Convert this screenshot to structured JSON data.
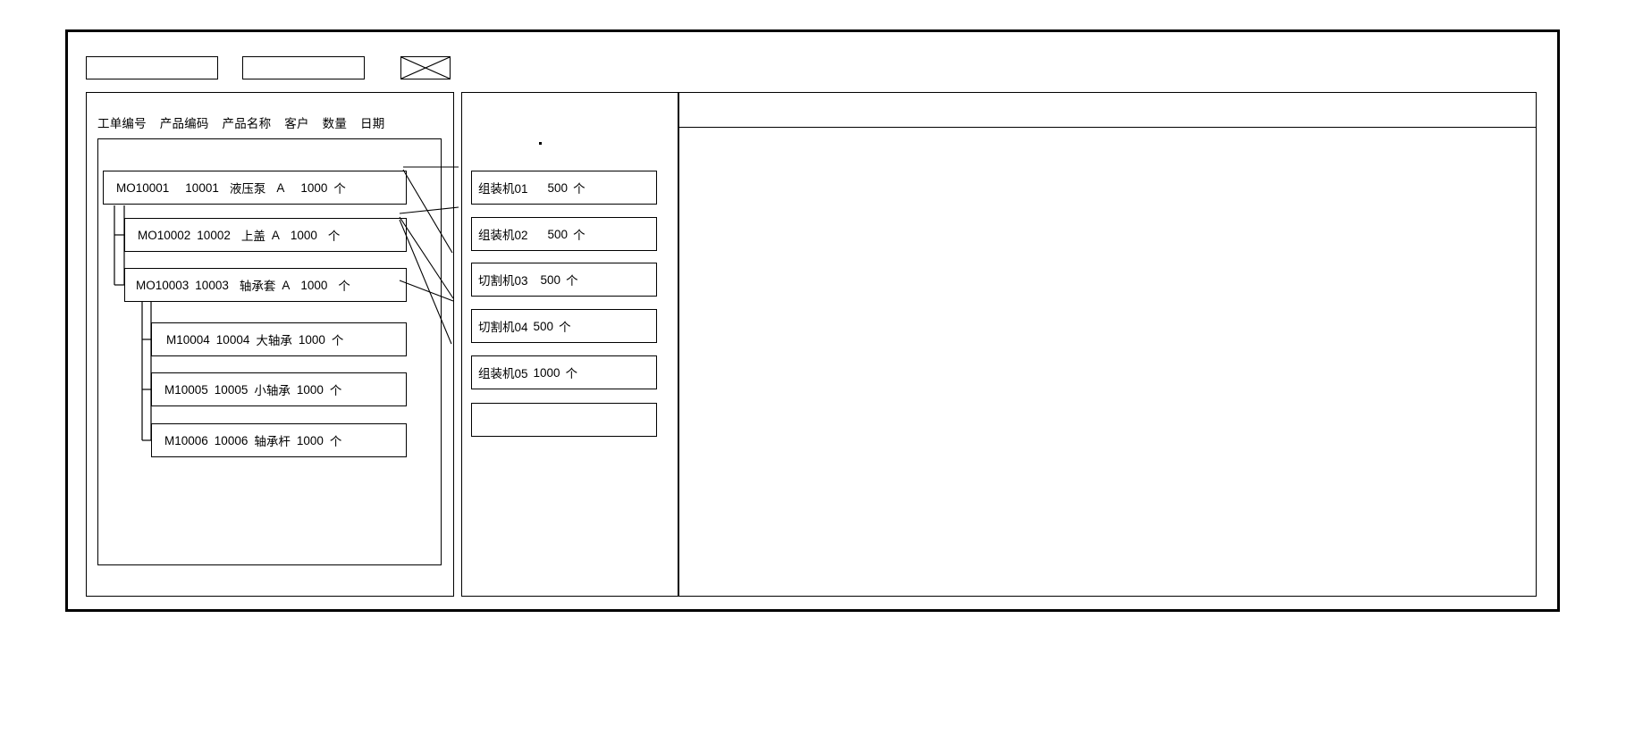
{
  "window": {
    "title": ""
  },
  "toolbar": {
    "field_one_value": "",
    "field_two_value": "",
    "image_placeholder_name": "broken-image-placeholder"
  },
  "tree_panel": {
    "columns": [
      "工单编号",
      "产品编码",
      "产品名称",
      "客户",
      "数量",
      "日期"
    ],
    "rows": [
      {
        "level": 0,
        "order_no": "MO10001",
        "product_code": "10001",
        "product_name": "液压泵",
        "customer": "A",
        "qty": "1000",
        "unit": "个",
        "date": ""
      },
      {
        "level": 1,
        "order_no": "MO10002",
        "product_code": "10002",
        "product_name": "上盖",
        "customer": "A",
        "qty": "1000",
        "unit": "个",
        "date": ""
      },
      {
        "level": 1,
        "order_no": "MO10003",
        "product_code": "10003",
        "product_name": "轴承套",
        "customer": "A",
        "qty": "1000",
        "unit": "个",
        "date": ""
      },
      {
        "level": 2,
        "order_no": "M10004",
        "product_code": "10004",
        "product_name": "大轴承",
        "customer": "",
        "qty": "1000",
        "unit": "个",
        "date": ""
      },
      {
        "level": 2,
        "order_no": "M10005",
        "product_code": "10005",
        "product_name": "小轴承",
        "customer": "",
        "qty": "1000",
        "unit": "个",
        "date": ""
      },
      {
        "level": 2,
        "order_no": "M10006",
        "product_code": "10006",
        "product_name": "轴承杆",
        "customer": "",
        "qty": "1000",
        "unit": "个",
        "date": ""
      }
    ]
  },
  "machine_panel": {
    "items": [
      {
        "machine": "组装机01",
        "qty": "500",
        "unit": "个"
      },
      {
        "machine": "组装机02",
        "qty": "500",
        "unit": "个"
      },
      {
        "machine": "切割机03",
        "qty": "500",
        "unit": "个"
      },
      {
        "machine": "切割机04",
        "qty": "500",
        "unit": "个"
      },
      {
        "machine": "组装机05",
        "qty": "1000",
        "unit": "个"
      },
      {
        "machine": "",
        "qty": "",
        "unit": ""
      }
    ]
  },
  "detail_panel": {
    "header_text": "",
    "body_text": ""
  },
  "colors": {
    "line": "#000000",
    "background": "#ffffff",
    "text": "#000000"
  }
}
